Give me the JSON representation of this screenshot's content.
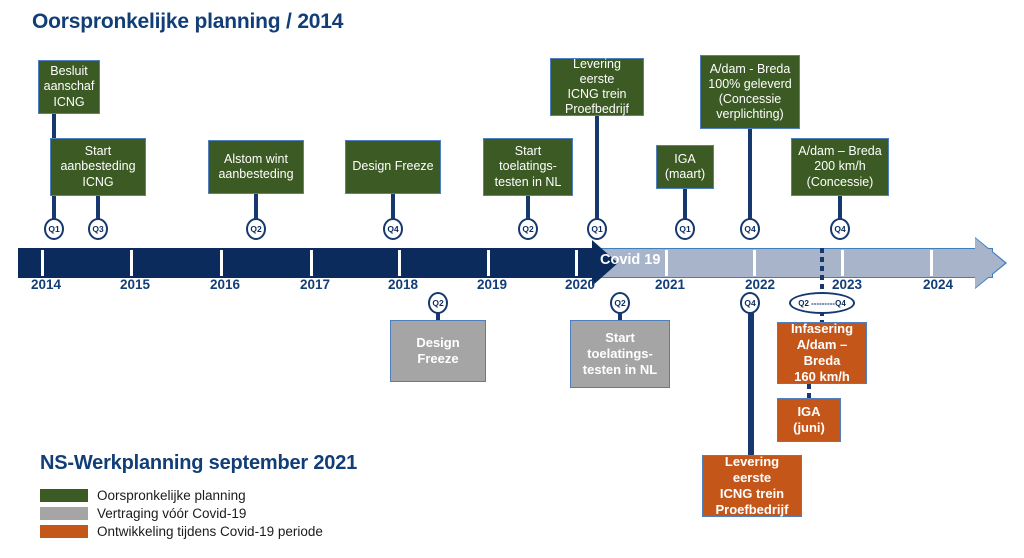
{
  "titles": {
    "main": "Oorspronkelijke planning / 2014",
    "legend": "NS-Werkplanning september 2021"
  },
  "timeline": {
    "covid_label": "Covid 19",
    "years": [
      "2014",
      "2015",
      "2016",
      "2017",
      "2018",
      "2019",
      "2020",
      "2021",
      "2022",
      "2023",
      "2024"
    ]
  },
  "colors": {
    "navy": "#0B2B5C",
    "light_bar": "#A8B4CA",
    "green": "#3C5A23",
    "gray": "#A5A5A5",
    "orange": "#C4561A",
    "title_blue": "#123E77",
    "box_border": "#4E7FBF"
  },
  "events_above": [
    {
      "id": "besluit",
      "text": "Besluit\naanschaf ICNG",
      "quarter": "Q1",
      "type": "green"
    },
    {
      "id": "start-aanbest",
      "text": "Start\naanbesteding\nICNG",
      "quarter": "Q3",
      "type": "green"
    },
    {
      "id": "alstom",
      "text": "Alstom wint\naanbesteding",
      "quarter": "Q2",
      "type": "green"
    },
    {
      "id": "design-freeze",
      "text": "Design Freeze",
      "quarter": "Q4",
      "type": "green"
    },
    {
      "id": "toelatingstest",
      "text": "Start\ntoelatings-\ntesten in NL",
      "quarter": "Q2",
      "type": "green"
    },
    {
      "id": "levering",
      "text": "Levering eerste\nICNG trein\nProefbedrijf",
      "quarter": "Q1",
      "type": "green"
    },
    {
      "id": "iga-maart",
      "text": "IGA\n(maart)",
      "quarter": "Q1",
      "type": "green"
    },
    {
      "id": "breda-100",
      "text": "A/dam - Breda\n100% geleverd\n(Concessie\nverplichting)",
      "quarter": "Q4",
      "type": "green"
    },
    {
      "id": "breda-200",
      "text": "A/dam – Breda\n200 km/h\n(Concessie)",
      "quarter": "Q4",
      "type": "green"
    }
  ],
  "events_below": [
    {
      "id": "design-freeze-delay",
      "text": "Design Freeze",
      "quarter": "Q2",
      "type": "gray"
    },
    {
      "id": "toelatingstest-delay",
      "text": "Start\ntoelatings-\ntesten in NL",
      "quarter": "Q2",
      "type": "gray"
    },
    {
      "id": "levering-covid",
      "text": "Levering eerste\nICNG trein\nProefbedrijf",
      "quarter": "Q4",
      "type": "orange"
    },
    {
      "id": "infasering",
      "text": "Infasering\nA/dam – Breda\n160 km/h",
      "quarter": "Q2 ---------Q4",
      "type": "orange"
    },
    {
      "id": "iga-juni",
      "text": "IGA\n(juni)",
      "quarter": "",
      "type": "orange"
    }
  ],
  "legend_items": [
    {
      "color": "#3C5A23",
      "label": "Oorspronkelijke planning"
    },
    {
      "color": "#A5A5A5",
      "label": "Vertraging vóór Covid-19"
    },
    {
      "color": "#C4561A",
      "label": "Ontwikkeling tijdens Covid-19 periode"
    }
  ]
}
